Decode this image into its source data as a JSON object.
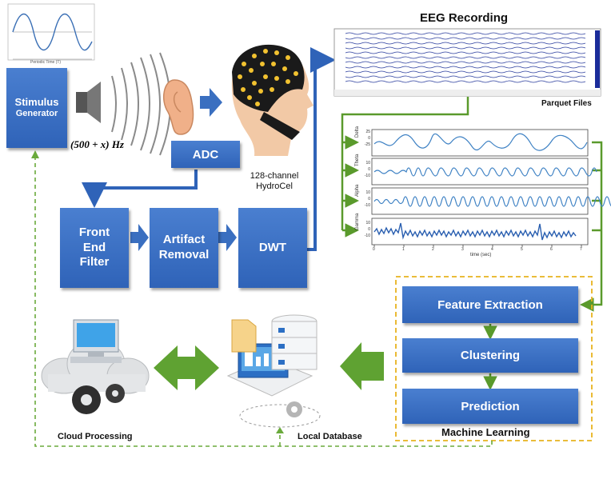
{
  "stimulus": {
    "title": "Stimulus",
    "subtitle": "Generator",
    "frequency": "(500 + x) Hz",
    "wave_xlabel": "Periodic Time (T)"
  },
  "headset": {
    "adc": "ADC",
    "label_line1": "128-channel",
    "label_line2": "HydroCel"
  },
  "pipeline": {
    "front_end": "Front\nEnd\nFilter",
    "artifact": "Artifact\nRemoval",
    "dwt": "DWT"
  },
  "eeg": {
    "title": "EEG Recording",
    "parquet": "Parquet Files"
  },
  "bands": {
    "names": [
      "Delta",
      "Theta",
      "Alpha",
      "Gamma"
    ],
    "ticks": {
      "delta": [
        "25",
        "0",
        "-25"
      ],
      "theta": [
        "10",
        "0",
        "-10"
      ],
      "alpha": [
        "10",
        "0",
        "-10"
      ],
      "gamma": [
        "10",
        "0",
        "-10"
      ]
    },
    "x_ticks": [
      "0",
      "1",
      "2",
      "3",
      "4",
      "5",
      "6",
      "7"
    ],
    "x_label": "time (sec)"
  },
  "ml": {
    "feature": "Feature Extraction",
    "clustering": "Clustering",
    "prediction": "Prediction",
    "group": "Machine Learning"
  },
  "storage": {
    "local": "Local Database",
    "cloud": "Cloud Processing"
  },
  "colors": {
    "box_blue": "#2f63b8",
    "arrow_green": "#5a9a2c",
    "dashed_green": "#6aaa3c",
    "ml_border": "#e8b21e"
  }
}
